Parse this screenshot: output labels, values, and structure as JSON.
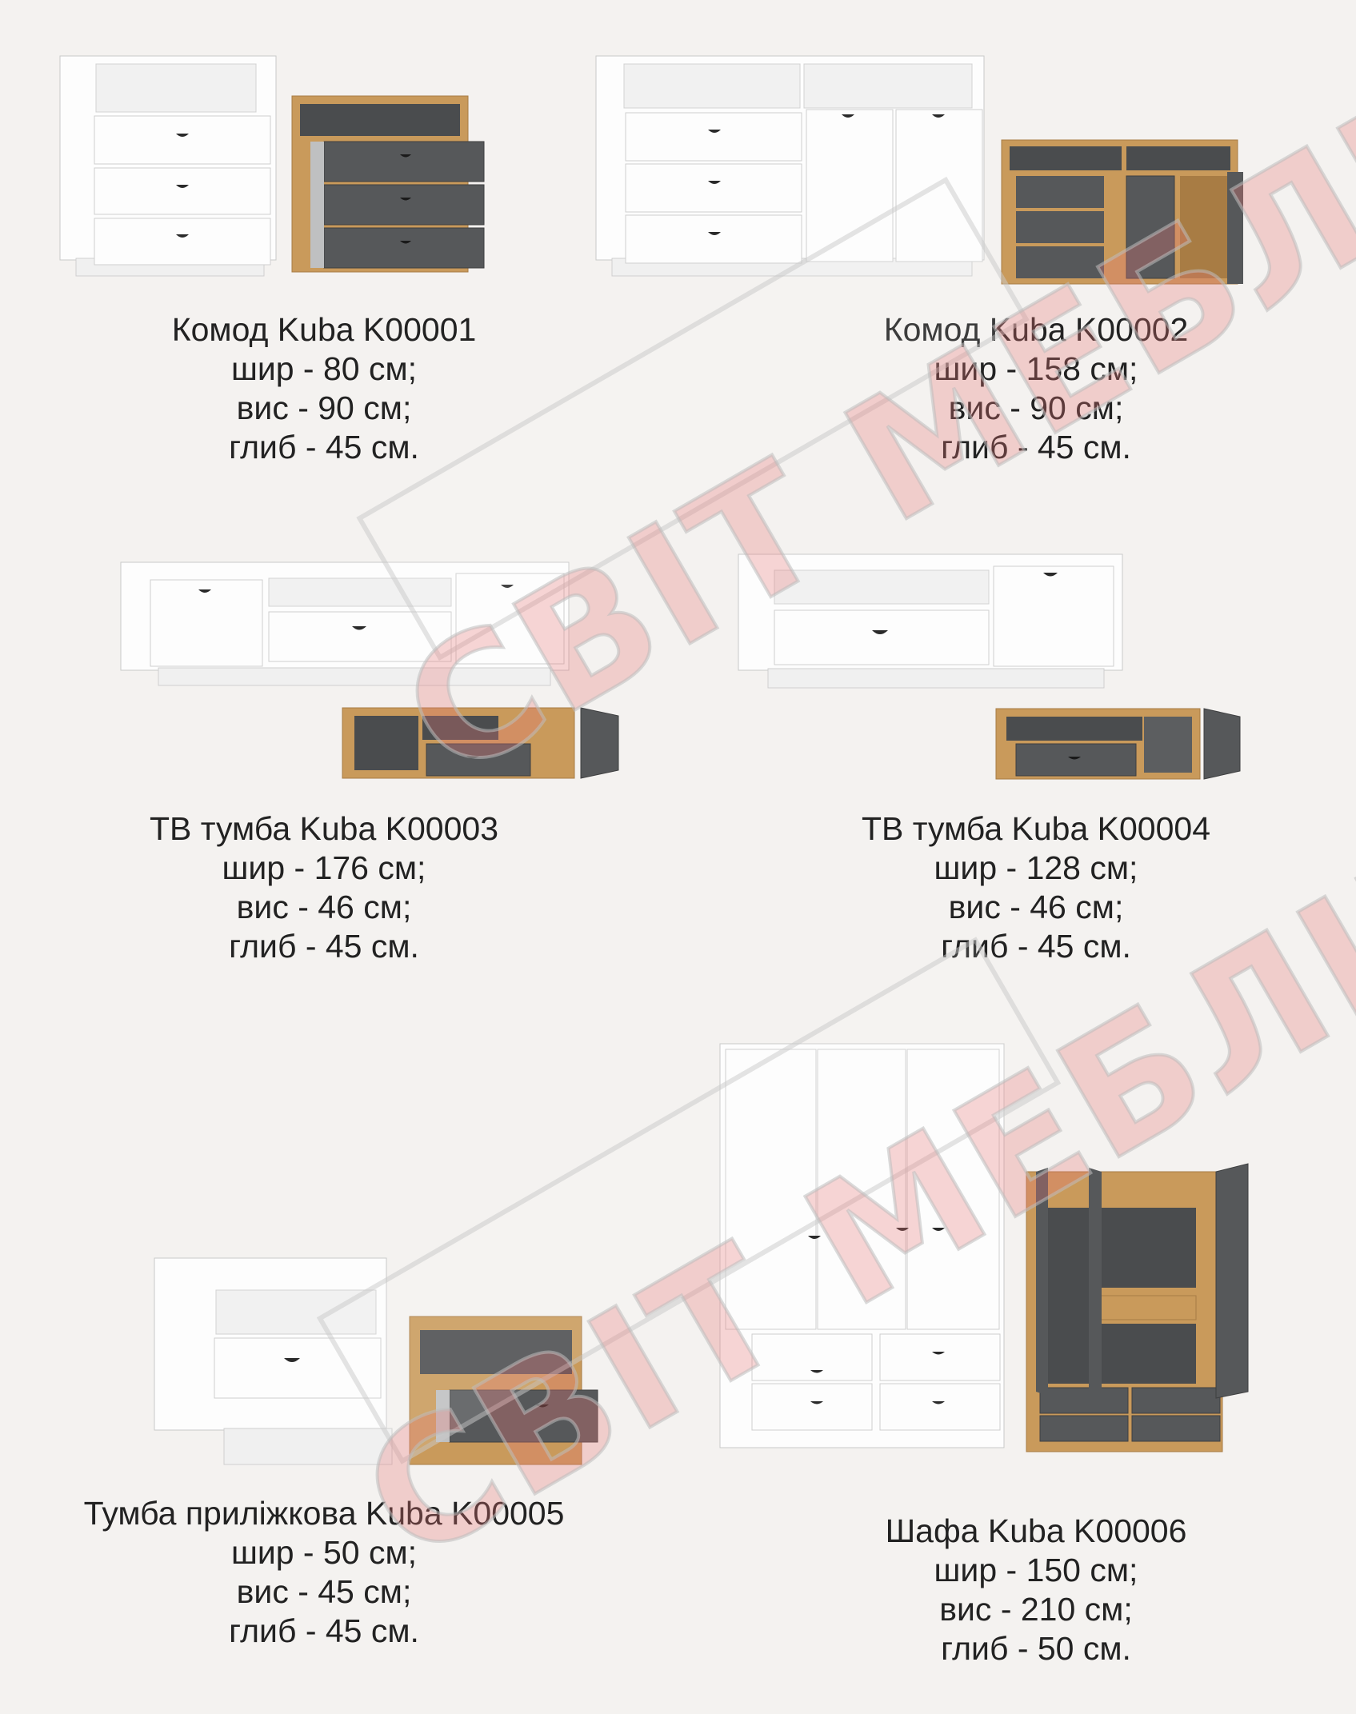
{
  "watermark": {
    "text": "СВІТ МЕБЛІВ"
  },
  "products": [
    {
      "name": "Комод Kuba K00001",
      "width": "шир - 80 см;",
      "height": "вис - 90 см;",
      "depth": "глиб - 45 см."
    },
    {
      "name": "Комод Kuba K00002",
      "width": "шир - 158 см;",
      "height": "вис - 90 см;",
      "depth": "глиб - 45 см."
    },
    {
      "name": "ТВ тумба Kuba K00003",
      "width": "шир - 176 см;",
      "height": "вис - 46 см;",
      "depth": "глиб - 45 см."
    },
    {
      "name": "ТВ тумба Kuba K00004",
      "width": "шир - 128 см;",
      "height": "вис - 46 см;",
      "depth": "глиб - 45 см."
    },
    {
      "name": "Тумба приліжкова Kuba K00005",
      "width": "шир - 50 см;",
      "height": "вис - 45 см;",
      "depth": "глиб - 45 см."
    },
    {
      "name": "Шафа Kuba K00006",
      "width": "шир - 150 см;",
      "height": "вис - 210 см;",
      "depth": "глиб - 50 см."
    }
  ],
  "colors": {
    "white": "#fbfbfb",
    "oak": "#c99a5b",
    "graphite": "#56585a",
    "handle": "#2a2a2a"
  }
}
